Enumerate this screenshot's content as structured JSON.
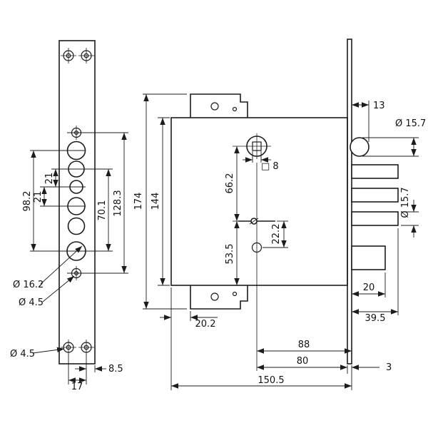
{
  "drawing": {
    "colors": {
      "background": "#ffffff",
      "line": "#1c1c1c",
      "text": "#111111"
    },
    "front_view": {
      "dims": {
        "d98_2": "98.2",
        "d21_a": "21",
        "d21_b": "21",
        "d70_1": "70.1",
        "d128_3": "128.3",
        "dia16_2": "Ø 16.2",
        "dia4_5_a": "Ø 4.5",
        "dia4_5_b": "Ø 4.5",
        "d8_5": "8.5",
        "d17": "17"
      }
    },
    "side_view": {
      "dims": {
        "d174": "174",
        "d144": "144",
        "d66_2": "66.2",
        "d53_5": "53.5",
        "d22_2": "22.2",
        "d20_2": "20.2",
        "d13": "13",
        "dia15_7_top": "Ø 15.7",
        "dia15_7_side": "Ø 15.7",
        "sq8": "□ 8",
        "d20": "20",
        "d39_5": "39.5",
        "d88": "88",
        "d80": "80",
        "d3": "3",
        "d150_5": "150.5"
      }
    }
  }
}
